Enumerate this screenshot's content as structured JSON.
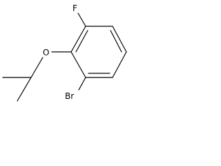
{
  "molecule": {
    "atoms": {
      "fluorine": "F",
      "oxygen": "O",
      "bromine": "Br"
    }
  },
  "colors": {
    "bond": "#000000",
    "label": "#000000",
    "background": "#ffffff"
  }
}
